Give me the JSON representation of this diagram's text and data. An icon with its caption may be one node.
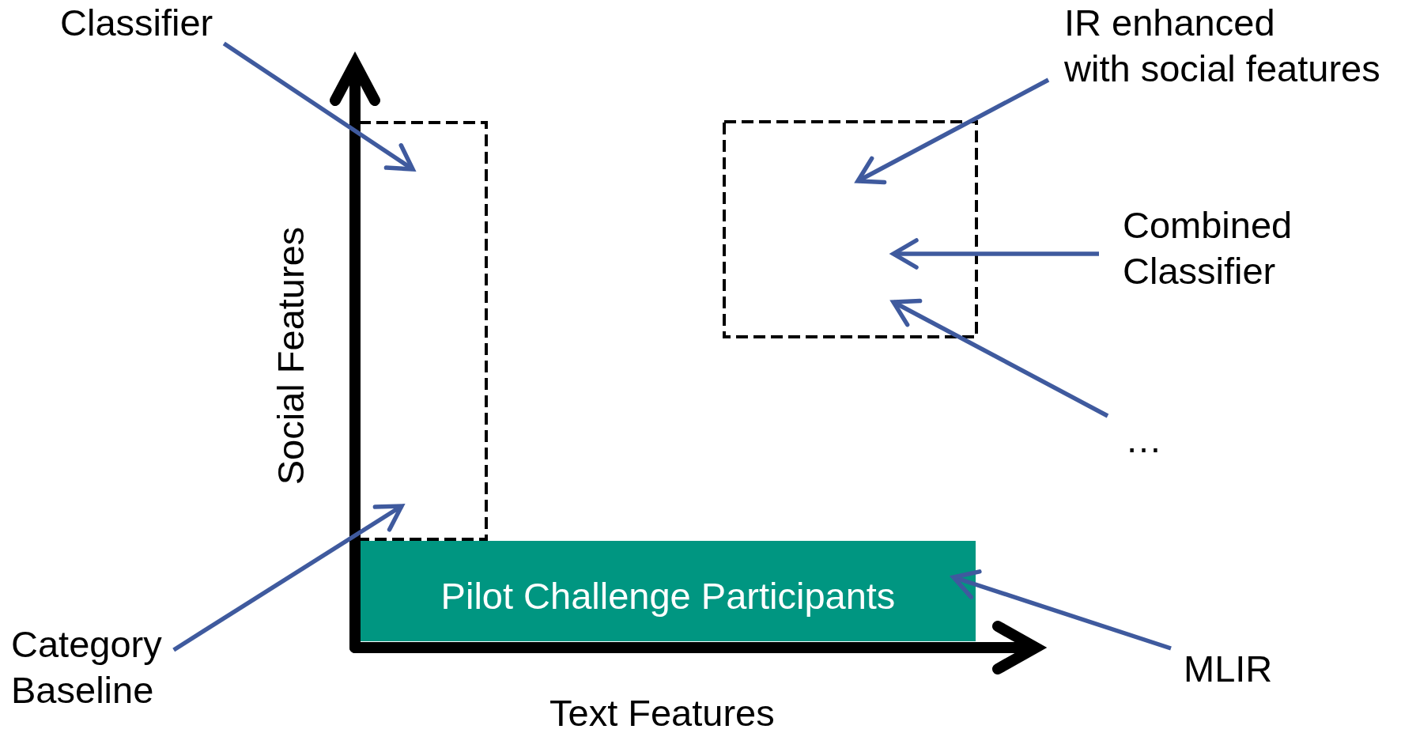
{
  "diagram": {
    "nodes": [
      {
        "text": [
          "Classifier"
        ]
      },
      {
        "text": [
          "IR enhanced with social features"
        ]
      },
      {
        "text": [],
        "shape": "box"
      },
      {
        "text": [],
        "shape": "box"
      },
      {
        "text": [
          "Combined Classifier"
        ]
      },
      {
        "text": [
          "…"
        ]
      },
      {
        "text": [
          "Pilot Challenge Participants"
        ]
      },
      {
        "text": [
          "Category Baseline"
        ]
      },
      {
        "text": [
          "MLIR"
        ]
      }
    ],
    "edges": [
      {
        "from": 0,
        "to": 2,
        "arrow": "to"
      },
      {
        "from": 1,
        "to": 3,
        "arrow": "to"
      },
      {
        "from": 4,
        "to": 3,
        "arrow": "to"
      },
      {
        "from": 5,
        "to": 3,
        "arrow": "to"
      },
      {
        "from": 7,
        "to": 2,
        "arrow": "to"
      },
      {
        "from": 8,
        "to": 6,
        "arrow": "to"
      }
    ],
    "labels": [
      "Social Features",
      "Text Features"
    ]
  }
}
